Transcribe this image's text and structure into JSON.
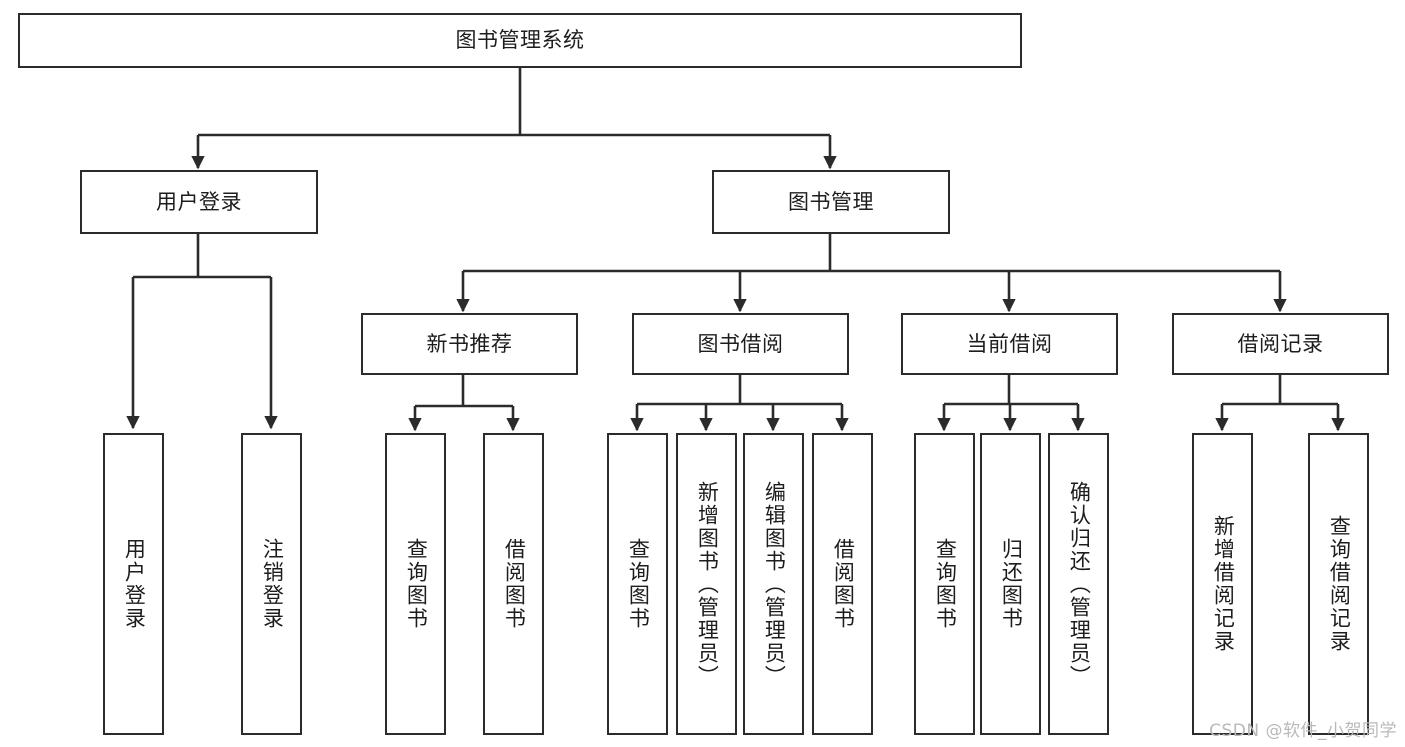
{
  "diagram": {
    "title": "图书管理系统",
    "watermark": "CSDN @软件_小贺同学",
    "root": {
      "id": "root",
      "label": "图书管理系统"
    },
    "level2": [
      {
        "id": "user-login",
        "label": "用户登录"
      },
      {
        "id": "book-manage",
        "label": "图书管理"
      }
    ],
    "level3": [
      {
        "id": "new-book-recommend",
        "label": "新书推荐"
      },
      {
        "id": "book-borrow",
        "label": "图书借阅"
      },
      {
        "id": "current-borrow",
        "label": "当前借阅"
      },
      {
        "id": "borrow-record",
        "label": "借阅记录"
      }
    ],
    "leaves": {
      "user_login": [
        {
          "id": "leaf-user-login",
          "label": "用户登录"
        },
        {
          "id": "leaf-logout",
          "label": "注销登录"
        }
      ],
      "new_book_recommend": [
        {
          "id": "leaf-query-book-1",
          "label": "查询图书"
        },
        {
          "id": "leaf-borrow-book-1",
          "label": "借阅图书"
        }
      ],
      "book_borrow": [
        {
          "id": "leaf-query-book-2",
          "label": "查询图书"
        },
        {
          "id": "leaf-add-book",
          "label": "新增图书（管理员）"
        },
        {
          "id": "leaf-edit-book",
          "label": "编辑图书（管理员）"
        },
        {
          "id": "leaf-borrow-book-2",
          "label": "借阅图书"
        }
      ],
      "current_borrow": [
        {
          "id": "leaf-query-book-3",
          "label": "查询图书"
        },
        {
          "id": "leaf-return-book",
          "label": "归还图书"
        },
        {
          "id": "leaf-confirm-return",
          "label": "确认归还（管理员）"
        }
      ],
      "borrow_record": [
        {
          "id": "leaf-add-record",
          "label": "新增借阅记录"
        },
        {
          "id": "leaf-query-record",
          "label": "查询借阅记录"
        }
      ]
    },
    "colors": {
      "stroke": "#2b2b2b",
      "fill": "#ffffff",
      "text": "#1d1d1d",
      "watermark": "#b9b9b9"
    }
  }
}
